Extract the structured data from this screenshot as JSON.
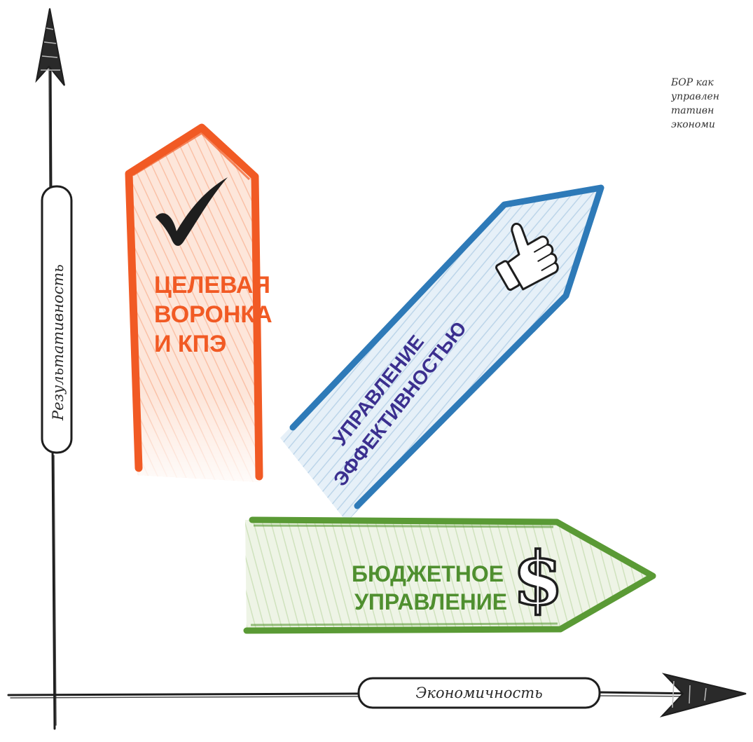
{
  "axes": {
    "y_label": "Результативность",
    "x_label": "Экономичность"
  },
  "arrows": {
    "orange": {
      "lines": [
        "ЦЕЛЕВАЯ",
        "ВОРОНКА",
        "И КПЭ"
      ],
      "icon": "checkmark-icon"
    },
    "blue": {
      "lines": [
        "УПРАВЛЕНИЕ",
        "ЭФФЕКТИВНОСТЬЮ"
      ],
      "icon": "thumbs-up-icon"
    },
    "green": {
      "lines": [
        "БЮДЖЕТНОЕ",
        "УПРАВЛЕНИЕ"
      ],
      "icon": "dollar-icon"
    }
  },
  "side_note": {
    "lines": [
      "БОР как",
      "управлен",
      "тативн",
      "экономи"
    ]
  },
  "colors": {
    "orange": "#f15a24",
    "blue": "#2e7ab8",
    "blue_text": "#3b2f8f",
    "green": "#5a9a35",
    "green_text": "#4f8f2f",
    "ink": "#1e1e1e"
  }
}
